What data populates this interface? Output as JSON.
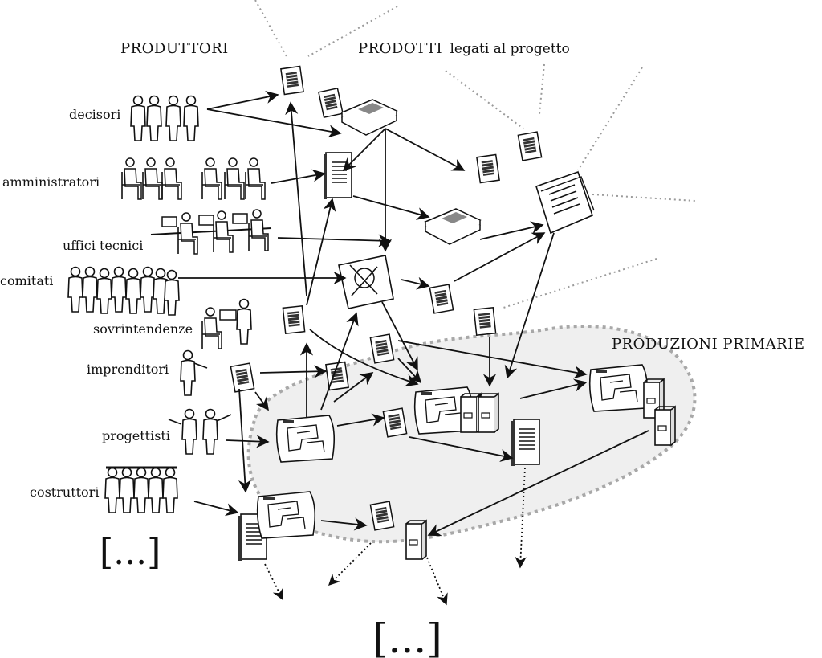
{
  "headers": {
    "producers": "PRODUTTORI",
    "products_caps": "PRODOTTI",
    "products_rest": "legati al progetto",
    "primary": "PRODUZIONI PRIMARIE"
  },
  "producers": [
    {
      "key": "decisori",
      "label": "decisori"
    },
    {
      "key": "amministratori",
      "label": "amministratori"
    },
    {
      "key": "uffici",
      "label": "uffici tecnici"
    },
    {
      "key": "comitati",
      "label": "comitati"
    },
    {
      "key": "sovrintendenze",
      "label": "sovrintendenze"
    },
    {
      "key": "imprenditori",
      "label": "imprenditori"
    },
    {
      "key": "progettisti",
      "label": "progettisti"
    },
    {
      "key": "costruttori",
      "label": "costruttori"
    }
  ],
  "ellipsis": {
    "left": "[...]",
    "bottom": "[...]"
  },
  "colors": {
    "ink": "#111111",
    "primary_zone_fill": "#efefef",
    "primary_zone_border": "#a8a8a8",
    "dotted_lines": "#9a9a9a"
  }
}
